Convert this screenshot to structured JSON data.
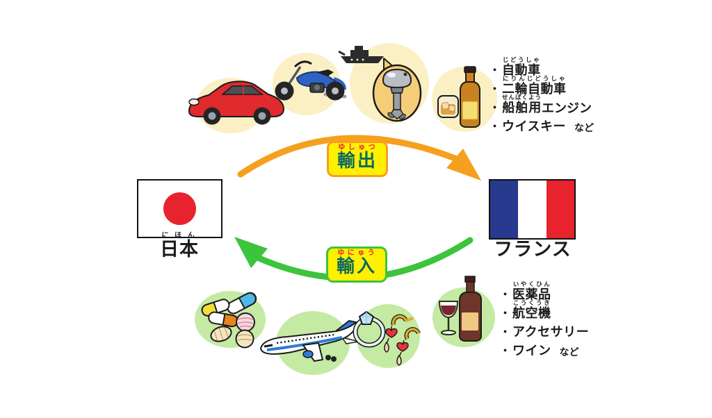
{
  "colors": {
    "export-orange": "#F5A01E",
    "import-green": "#3CC43C",
    "badge-yellow": "#FFF000",
    "badge-text-teal": "#0B6B60",
    "furigana-red": "#E8232D",
    "japan-red": "#E8232D",
    "france-blue": "#273A8E",
    "france-red": "#E8232D",
    "spot-yellow": "#FAF0C4",
    "spot-green": "#C4EAA4",
    "engine-tan": "#F4CD78"
  },
  "diagram": {
    "bullet": "・",
    "export_flow": {
      "badge_furigana": "ゆしゅつ",
      "badge_label": "輸出",
      "items": [
        {
          "furigana": "じどうしゃ",
          "base": "自動車",
          "suffix": ""
        },
        {
          "furigana": "にりんじどうしゃ",
          "base": "二輪自動車",
          "suffix": ""
        },
        {
          "furigana": "せんぱくよう",
          "base": "船舶用",
          "suffix": "エンジン"
        },
        {
          "furigana": "",
          "base": "ウイスキー",
          "suffix": "など"
        }
      ],
      "icons": [
        "car-icon",
        "motorcycle-icon",
        "boat-icon",
        "outboard-engine-icon",
        "whisky-icon"
      ]
    },
    "import_flow": {
      "badge_furigana": "ゆにゅう",
      "badge_label": "輸入",
      "items": [
        {
          "furigana": "いやくひん",
          "base": "医薬品",
          "suffix": ""
        },
        {
          "furigana": "こうくうき",
          "base": "航空機",
          "suffix": ""
        },
        {
          "furigana": "",
          "base": "アクセサリー",
          "suffix": ""
        },
        {
          "furigana": "",
          "base": "ワイン",
          "suffix": "など"
        }
      ],
      "icons": [
        "medicine-pills-icon",
        "airplane-icon",
        "jewelry-icon",
        "wine-icon"
      ]
    },
    "countries": {
      "japan": {
        "furigana": "にほん",
        "label": "日本"
      },
      "france": {
        "furigana": "",
        "label": "フランス"
      }
    }
  }
}
